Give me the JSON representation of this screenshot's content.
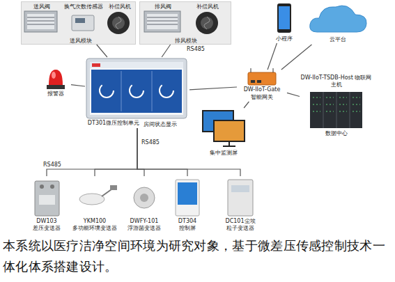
{
  "diagram": {
    "caption": "本系统以医疗洁净空间环境为研究对象，基于微差压传感控制技术一体化体系搭建设计。",
    "nodes": [
      {
        "text": [
          "送风模块"
        ]
      },
      {
        "text": [
          "送风阀"
        ],
        "in": 0
      },
      {
        "text": [
          "换气次数传感器"
        ],
        "in": 0
      },
      {
        "text": [
          "补偿风机"
        ],
        "in": 0
      },
      {
        "text": [
          "排风模块"
        ]
      },
      {
        "text": [
          "排风阀"
        ],
        "in": 4
      },
      {
        "text": [
          "补偿风机"
        ],
        "in": 4
      },
      {
        "text": [
          "报警器"
        ]
      },
      {
        "text": [
          "DT301微压控制单元"
        ]
      },
      {
        "text": [
          "小程序"
        ]
      },
      {
        "text": [
          "Cloud Computing",
          "云平台"
        ]
      },
      {
        "text": [
          "DW-IIoT-Gate",
          "智能网关"
        ]
      },
      {
        "text": [
          "DW-IIoT-TSDB-Host 物联网主机",
          "数据中心"
        ]
      },
      {
        "text": [
          "集中监测屏"
        ]
      },
      {
        "text": [
          "DW103",
          "差压变送器"
        ]
      },
      {
        "text": [
          "YKM100",
          "多功能环境变送器"
        ]
      },
      {
        "text": [
          "DWFY-101",
          "浮游菌变送器"
        ]
      },
      {
        "text": [
          "DT304",
          "控制屏"
        ]
      },
      {
        "text": [
          "DC101尘埃 粒子变送器"
        ]
      }
    ],
    "edges": [
      {
        "from": 8,
        "to": 0,
        "arrow": "none"
      },
      {
        "from": 8,
        "to": 4,
        "arrow": "none"
      },
      {
        "from": 8,
        "to": 7,
        "arrow": "none"
      },
      {
        "from": 8,
        "to": 11,
        "arrow": "none"
      },
      {
        "from": 11,
        "to": 9,
        "arrow": "none"
      },
      {
        "from": 11,
        "to": 10,
        "arrow": "none"
      },
      {
        "from": 11,
        "to": 12,
        "arrow": "none"
      },
      {
        "from": 11,
        "to": 13,
        "arrow": "none"
      },
      {
        "from": 8,
        "to": 14,
        "arrow": "none"
      },
      {
        "from": 8,
        "to": 15,
        "arrow": "none"
      },
      {
        "from": 8,
        "to": 16,
        "arrow": "none"
      },
      {
        "from": 8,
        "to": 17,
        "arrow": "none"
      },
      {
        "from": 8,
        "to": 18,
        "arrow": "none"
      }
    ],
    "labels": [
      "RS485",
      "房间状态显示",
      "RS485",
      "RS485"
    ]
  }
}
